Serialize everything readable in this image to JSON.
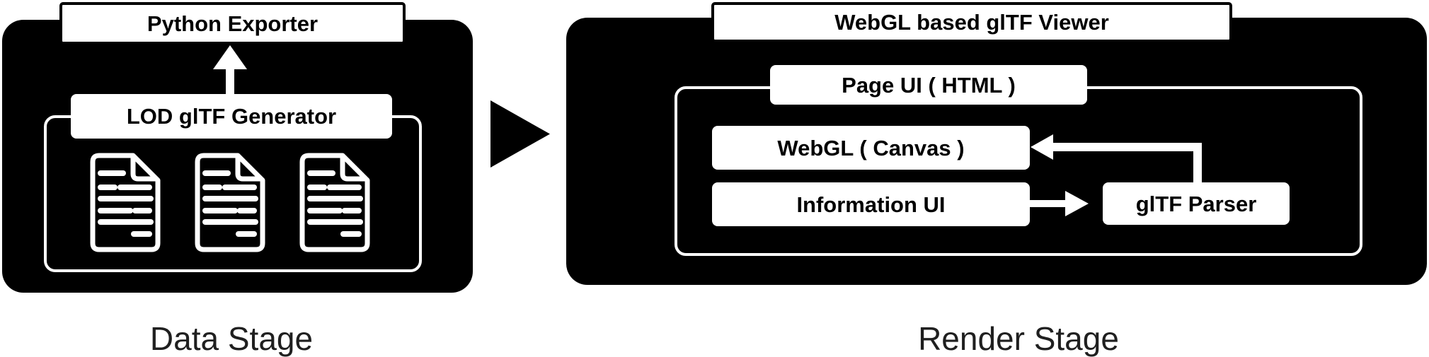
{
  "diagram": {
    "data_stage": {
      "stage_label": "Data Stage",
      "python_exporter": "Python Exporter",
      "lod_generator": "LOD glTF Generator",
      "documents_count": 3
    },
    "render_stage": {
      "stage_label": "Render Stage",
      "viewer_title": "WebGL based glTF Viewer",
      "page_ui": "Page UI ( HTML )",
      "webgl_canvas": "WebGL ( Canvas )",
      "information_ui": "Information UI",
      "gltf_parser": "glTF Parser"
    },
    "icons": {
      "documents": [
        "document-icon",
        "document-icon",
        "document-icon"
      ],
      "generator_to_exporter": "arrow-up-icon",
      "stage_transition": "right-triangle-icon",
      "parser_to_canvas": "arrow-left-icon",
      "info_to_parser": "arrow-right-icon"
    },
    "colors": {
      "container_bg": "#000000",
      "label_box_bg": "#ffffff",
      "label_text": "#000000",
      "stage_label_text": "#1f1f1f",
      "arrow": "#ffffff"
    }
  }
}
